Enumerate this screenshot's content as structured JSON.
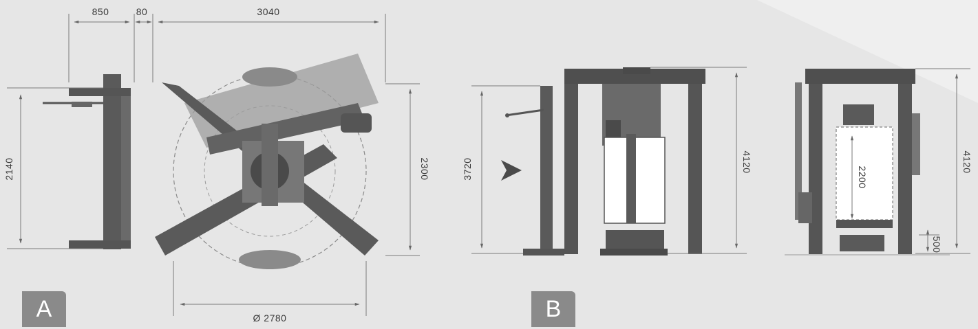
{
  "view_a": {
    "badge": "A",
    "dims": {
      "top_left": "850",
      "top_gap": "80",
      "top_main": "3040",
      "height_left": "2140",
      "height_right": "2300",
      "diameter": "Ø 2780"
    }
  },
  "view_b": {
    "badge": "B",
    "dims": {
      "mast_height": "3720",
      "frame_height_front": "4120",
      "load_height": "2200",
      "frame_height_side": "4120",
      "conveyor_height": "500"
    }
  },
  "colors": {
    "background": "#e6e6e6",
    "machine": "#555555",
    "badge": "#8a8a8a",
    "dimension_line": "#7a7a7a"
  }
}
